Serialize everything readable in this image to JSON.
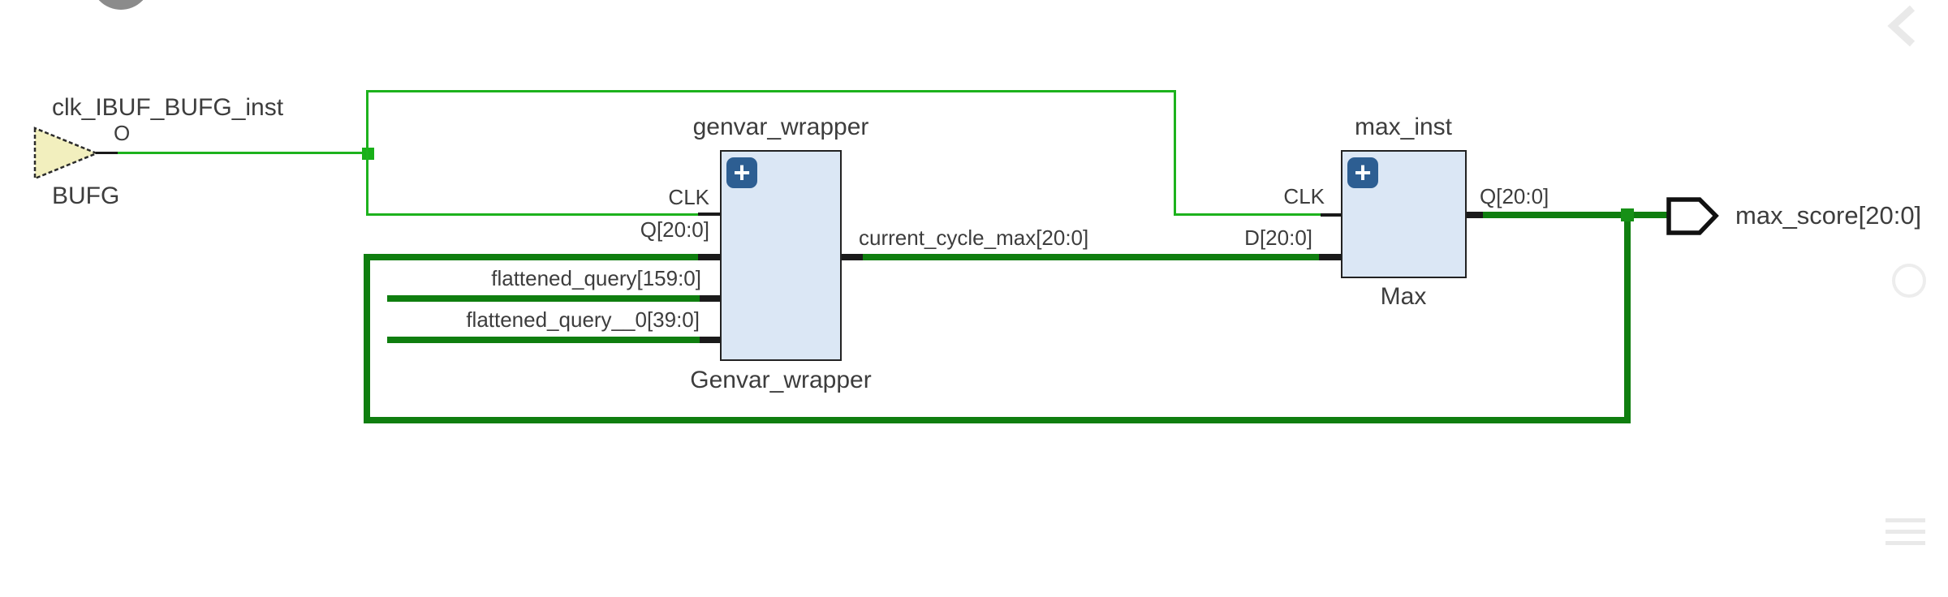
{
  "colors": {
    "net_thin_green": "#1db21d",
    "net_bus_green": "#0f7e0f",
    "block_fill": "#dbe7f5",
    "block_border": "#222222",
    "expand_icon_bg": "#2d5e92",
    "bufg_fill": "#f2efbe",
    "label_text": "#3d3d3d",
    "faint_control": "#e9e9e9"
  },
  "icons": {
    "expand": "+"
  },
  "schematic": {
    "bufg": {
      "instance_label": "clk_IBUF_BUFG_inst",
      "output_pin_label": "O",
      "cell_type_label": "BUFG"
    },
    "genvar_wrapper": {
      "instance_label": "genvar_wrapper",
      "module_label": "Genvar_wrapper",
      "pins": {
        "clk": "CLK",
        "q_in": "Q[20:0]",
        "flattened_query": "flattened_query[159:0]",
        "flattened_query_0": "flattened_query__0[39:0]"
      }
    },
    "max_inst": {
      "instance_label": "max_inst",
      "module_label": "Max",
      "pins": {
        "clk": "CLK",
        "d_in": "D[20:0]",
        "q_out": "Q[20:0]"
      }
    },
    "nets": {
      "current_cycle_max": "current_cycle_max[20:0]"
    },
    "output_port": {
      "label": "max_score[20:0]"
    }
  }
}
